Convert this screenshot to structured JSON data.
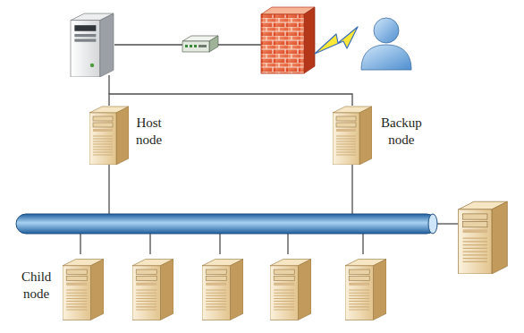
{
  "diagram": {
    "nodes": [
      {
        "text": [
          "Host node"
        ]
      },
      {
        "text": [
          "Backup node"
        ]
      },
      {
        "text": [
          "Child node"
        ]
      }
    ],
    "edges": [
      {
        "from": 0,
        "to": 1,
        "arrow": "none"
      }
    ]
  }
}
